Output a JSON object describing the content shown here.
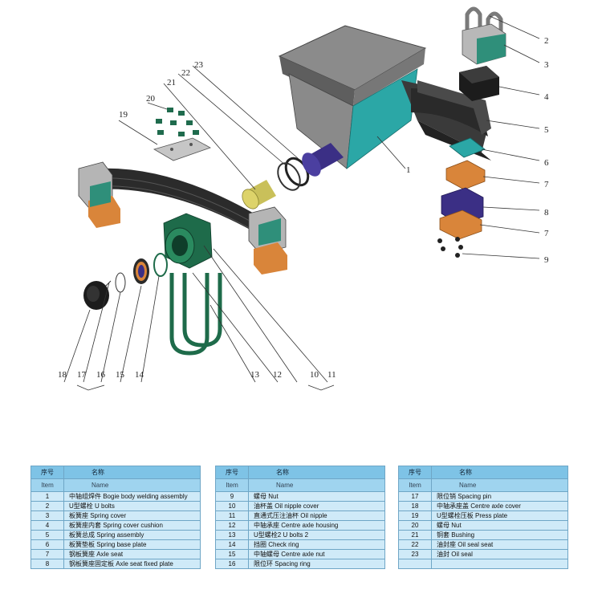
{
  "callouts": [
    "1",
    "2",
    "3",
    "4",
    "5",
    "6",
    "7",
    "8",
    "7",
    "9",
    "10",
    "11",
    "12",
    "13",
    "14",
    "15",
    "16",
    "17",
    "18",
    "19",
    "20",
    "21",
    "22",
    "23"
  ],
  "tables": [
    {
      "header": {
        "no": "序号",
        "name": "名称"
      },
      "subheader": {
        "no": "Item",
        "name": "Name"
      },
      "rows": [
        {
          "no": "1",
          "name": "中轴组焊件 Bogie body welding assembly"
        },
        {
          "no": "2",
          "name": "U型螺栓 U bolts"
        },
        {
          "no": "3",
          "name": "板簧座 Spring cover"
        },
        {
          "no": "4",
          "name": "板簧座内套 Spring cover cushion"
        },
        {
          "no": "5",
          "name": "板簧总成 Spring assembly"
        },
        {
          "no": "6",
          "name": "板簧垫板 Spring base plate"
        },
        {
          "no": "7",
          "name": "钢板簧座 Axle seat"
        },
        {
          "no": "8",
          "name": "钢板簧座固定板 Axle seat fixed plate"
        }
      ]
    },
    {
      "header": {
        "no": "序号",
        "name": "名称"
      },
      "subheader": {
        "no": "Item",
        "name": "Name"
      },
      "rows": [
        {
          "no": "9",
          "name": "螺母 Nut"
        },
        {
          "no": "10",
          "name": "油杯盖 Oil nipple cover"
        },
        {
          "no": "11",
          "name": "直通式压注油杯 Oil nipple"
        },
        {
          "no": "12",
          "name": "中轴承座 Centre axle housing"
        },
        {
          "no": "13",
          "name": "U型螺栓2 U bolts 2"
        },
        {
          "no": "14",
          "name": "挡圈 Check ring"
        },
        {
          "no": "15",
          "name": "中轴螺母 Centre axle nut"
        },
        {
          "no": "16",
          "name": "限位环 Spacing ring"
        }
      ]
    },
    {
      "header": {
        "no": "序号",
        "name": "名称"
      },
      "subheader": {
        "no": "Item",
        "name": "Name"
      },
      "rows": [
        {
          "no": "17",
          "name": "限位销 Spacing pin"
        },
        {
          "no": "18",
          "name": "中轴承座盖 Centre axle cover"
        },
        {
          "no": "19",
          "name": "U型螺栓压板 Press plate"
        },
        {
          "no": "20",
          "name": "螺母 Nut"
        },
        {
          "no": "21",
          "name": "铜套 Bushing"
        },
        {
          "no": "22",
          "name": "油封座 Oil seal seat"
        },
        {
          "no": "23",
          "name": "油封 Oil seal"
        }
      ]
    }
  ],
  "colors": {
    "teal": "#2ba7a6",
    "orange": "#d9853a",
    "purple": "#3b2f85",
    "green": "#1e6b4a",
    "grey": "#8c8c8c",
    "table_header": "#7ec3e6",
    "table_row": "#cfeaf8"
  }
}
